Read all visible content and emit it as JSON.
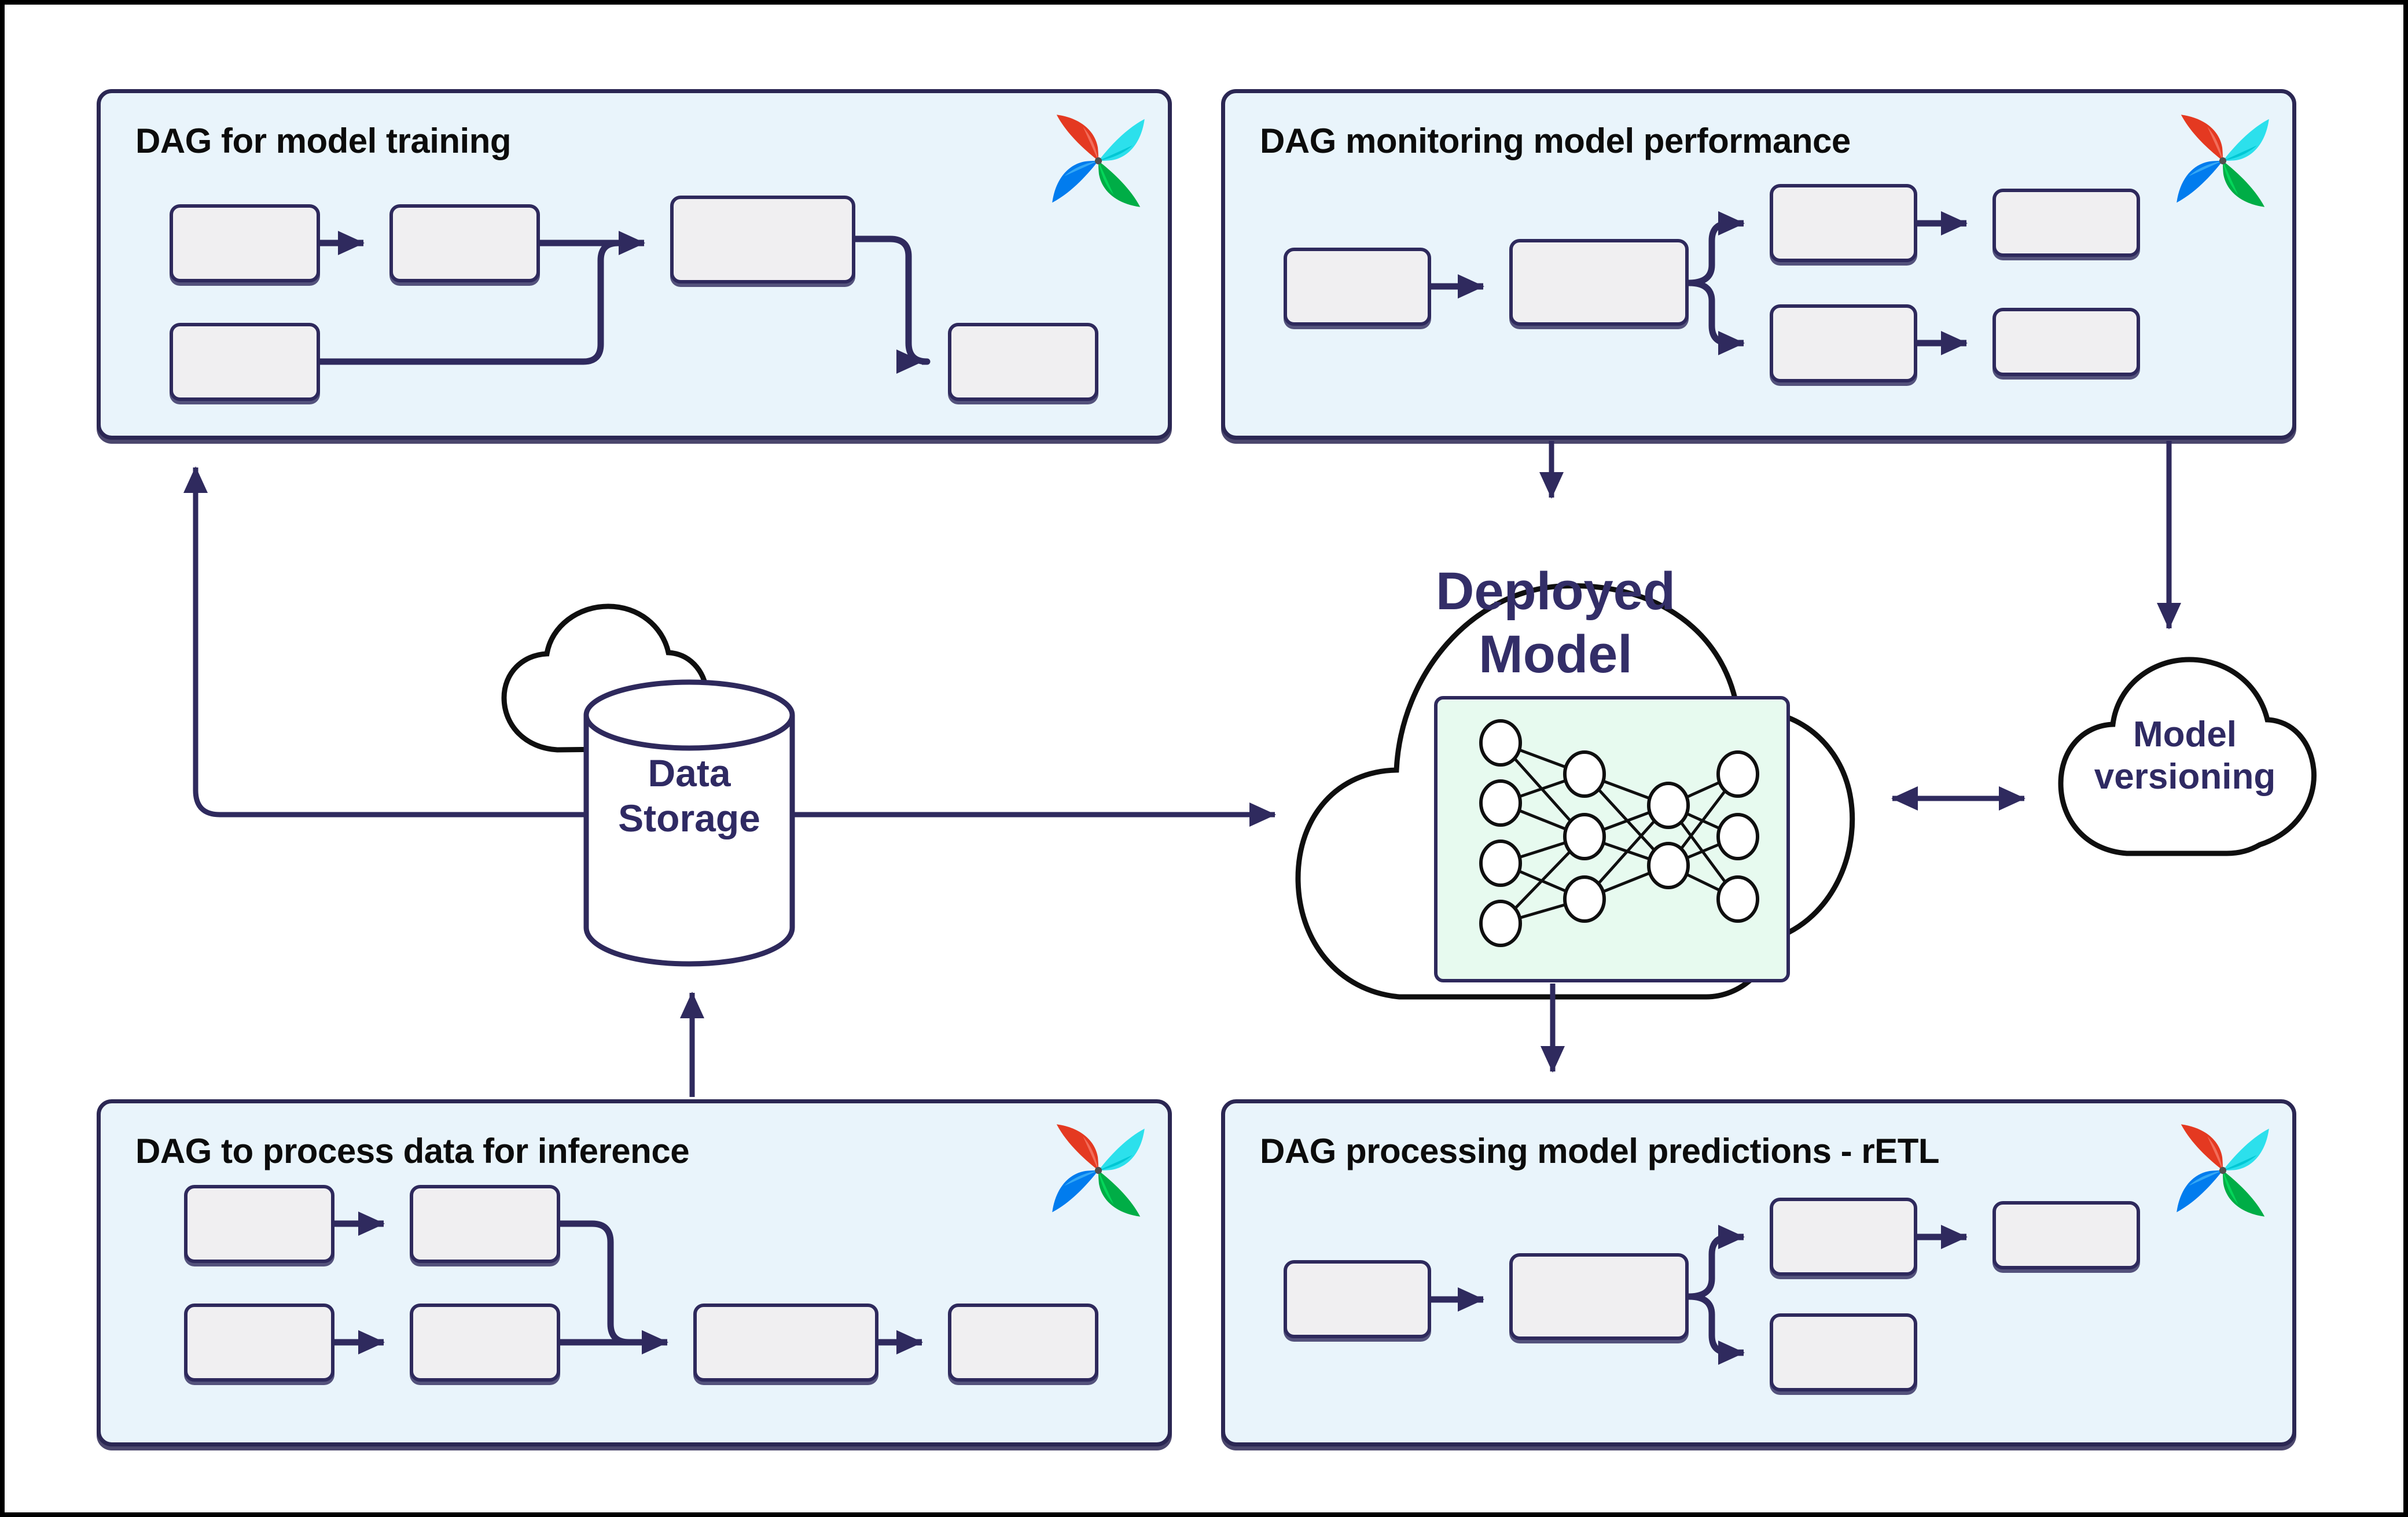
{
  "diagram": {
    "description": "MLOps architecture with Apache Airflow DAGs",
    "colors": {
      "background": "#ffffff",
      "frame_border": "#000000",
      "panel_background": "#e9f4fb",
      "panel_border": "#2b2753",
      "task_box_fill": "#f0eff1",
      "task_box_border": "#2e295c",
      "arrow": "#2f2a5e",
      "cloud_stroke": "#0f0f0f",
      "cloud_fill": "#ffffff",
      "model_box_fill": "#e7faef",
      "navy_text": "#332e68",
      "title_text": "#0c0c0c",
      "airflow_red": "#e43921",
      "airflow_red_light": "#f26d5a",
      "airflow_cyan": "#00c7d4",
      "airflow_cyan_light": "#2ce0ec",
      "airflow_green": "#00ad46",
      "airflow_green_light": "#04d659",
      "airflow_blue": "#017cee",
      "airflow_blue_light": "#35a8f5"
    }
  },
  "panels": [
    {
      "title": "DAG for model training",
      "logo": "airflow-pinwheel",
      "task_count": 5
    },
    {
      "title": "DAG monitoring model performance",
      "logo": "airflow-pinwheel",
      "task_count": 6
    },
    {
      "title": "DAG to process data for inference",
      "logo": "airflow-pinwheel",
      "task_count": 6
    },
    {
      "title": "DAG processing model predictions - rETL",
      "logo": "airflow-pinwheel",
      "task_count": 5
    }
  ],
  "center_nodes": {
    "data_storage": {
      "label": "Data Storage",
      "line1": "Data",
      "line2": "Storage",
      "shape": "cylinder-with-cloud"
    },
    "deployed_model": {
      "label": "Deployed Model",
      "line1": "Deployed",
      "line2": "Model",
      "shape": "cloud-with-neural-network"
    },
    "model_versioning": {
      "label": "Model versioning",
      "line1": "Model",
      "line2": "versioning",
      "shape": "cloud"
    }
  },
  "connections": [
    {
      "from": "Data Storage",
      "to": "DAG for model training",
      "type": "arrow"
    },
    {
      "from": "Data Storage",
      "to": "Deployed Model",
      "type": "arrow"
    },
    {
      "from": "DAG to process data for inference",
      "to": "Data Storage",
      "type": "arrow"
    },
    {
      "from": "DAG monitoring model performance",
      "to": "Deployed Model",
      "type": "arrow"
    },
    {
      "from": "DAG monitoring model performance",
      "to": "Model versioning",
      "type": "arrow"
    },
    {
      "from": "Deployed Model",
      "to": "Model versioning",
      "type": "double-arrow"
    },
    {
      "from": "Deployed Model",
      "to": "DAG processing model predictions - rETL",
      "type": "arrow"
    }
  ]
}
